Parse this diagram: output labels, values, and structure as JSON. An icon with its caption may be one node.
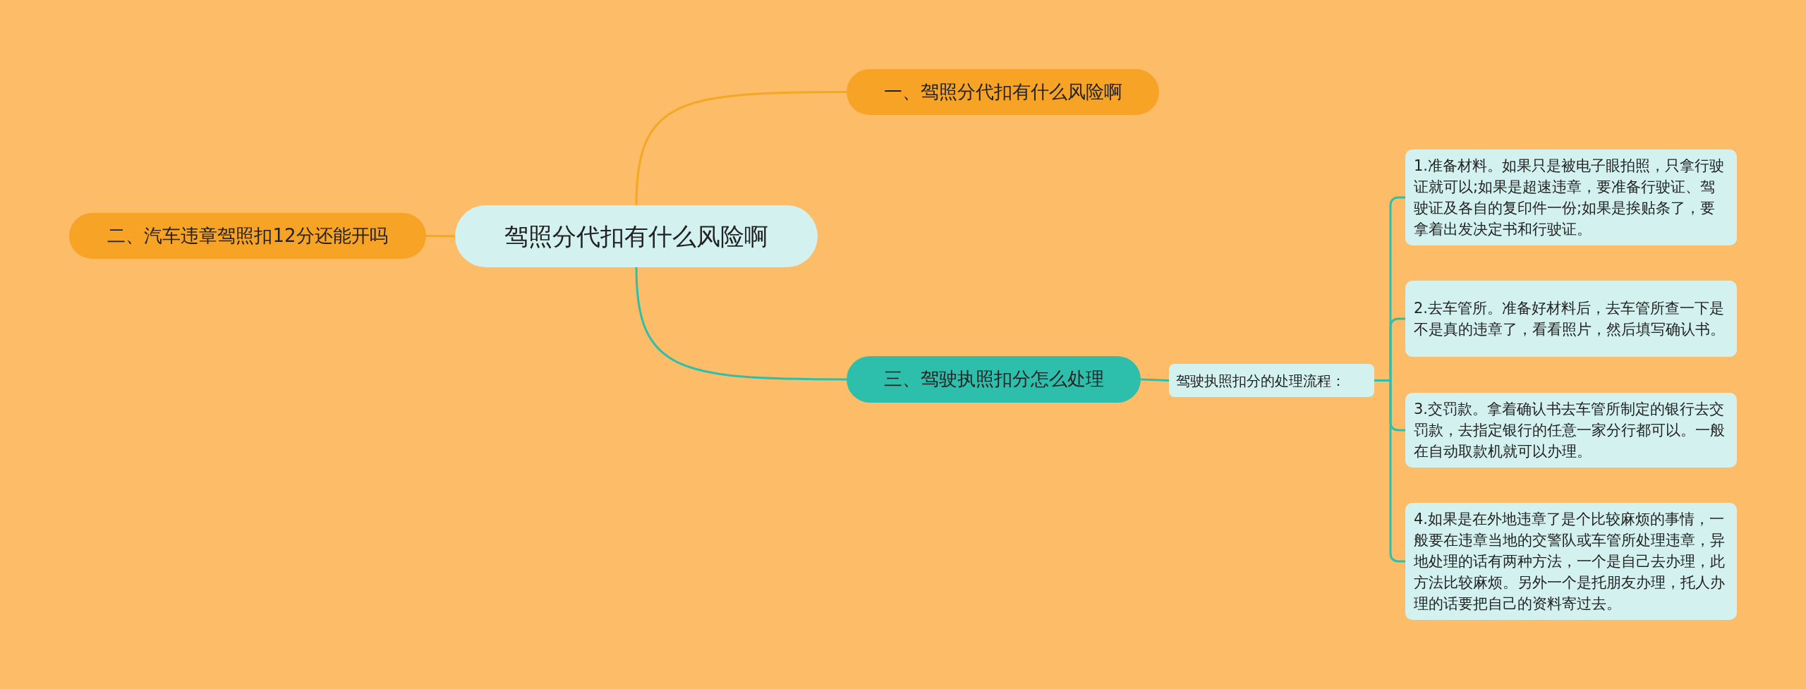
{
  "diagram": {
    "nodes": [
      {
        "text": [
          "驾照分代扣有什么风险啊"
        ]
      },
      {
        "text": [
          "一、驾照分代扣有什么风险啊"
        ]
      },
      {
        "text": [
          "二、汽车违章驾照扣12分还能开吗"
        ]
      },
      {
        "text": [
          "三、驾驶执照扣分怎么处理"
        ]
      },
      {
        "text": [
          "驾驶执照扣分的处理流程："
        ]
      },
      {
        "text": [
          "1.准备材料。如果只是被电子眼拍照，只拿行驶证就可以;如果是超速违章，要准备行驶证、驾驶证及各自的复印件一份;如果是挨贴条了，要拿着出发决定书和行驶证。"
        ]
      },
      {
        "text": [
          "2.去车管所。准备好材料后，去车管所查一下是不是真的违章了，看看照片，然后填写确认书。"
        ]
      },
      {
        "text": [
          "3.交罚款。拿着确认书去车管所制定的银行去交罚款，去指定银行的任意一家分行都可以。一般在自动取款机就可以办理。"
        ]
      },
      {
        "text": [
          "4.如果是在外地违章了是个比较麻烦的事情，一般要在违章当地的交警队或车管所处理违章，异地处理的话有两种方法，一个是自己去办理，此方法比较麻烦。另外一个是托朋友办理，托人办理的话要把自己的资料寄过去。"
        ]
      }
    ],
    "edges": [
      {
        "from": 0,
        "to": 1,
        "arrow": "none",
        "color": "#f5a623"
      },
      {
        "from": 0,
        "to": 2,
        "arrow": "none",
        "color": "#f5a623"
      },
      {
        "from": 0,
        "to": 3,
        "arrow": "none"
      },
      {
        "from": 3,
        "to": 4,
        "arrow": "none"
      },
      {
        "from": 4,
        "to": 5,
        "arrow": "none"
      },
      {
        "from": 4,
        "to": 6,
        "arrow": "none"
      },
      {
        "from": 4,
        "to": 7,
        "arrow": "none"
      },
      {
        "from": 4,
        "to": 8,
        "arrow": "none"
      }
    ]
  }
}
